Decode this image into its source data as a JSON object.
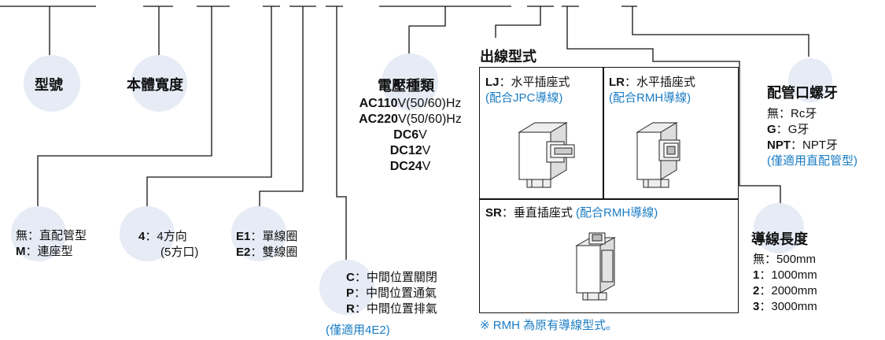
{
  "model": {
    "label": "型號"
  },
  "body_width": {
    "label": "本體寬度"
  },
  "voltage": {
    "label": "電壓種類",
    "options": [
      {
        "code": "AC110",
        "value": "V(50/60)Hz"
      },
      {
        "code": "AC220",
        "value": "V(50/60)Hz"
      },
      {
        "code": "DC6",
        "value": "V"
      },
      {
        "code": "DC12",
        "value": "V"
      },
      {
        "code": "DC24",
        "value": "V"
      }
    ]
  },
  "outlet": {
    "title": "出線型式",
    "lj": {
      "code": "LJ",
      "sep": "：",
      "name": "水平插座式",
      "note": "(配合JPC導線)"
    },
    "lr": {
      "code": "LR",
      "sep": "：",
      "name": "水平插座式",
      "note": "(配合RMH導線)"
    },
    "sr": {
      "code": "SR",
      "sep": "：",
      "name": "垂直插座式",
      "note": "(配合RMH導線)"
    },
    "footnote": "※ RMH 為原有導線型式。"
  },
  "thread": {
    "label": "配管口螺牙",
    "options": [
      {
        "code": "無",
        "sep": "：",
        "value": "Rc牙"
      },
      {
        "code": "G",
        "sep": "：",
        "value": "G牙"
      },
      {
        "code": "NPT",
        "sep": "：",
        "value": "NPT牙"
      }
    ],
    "note": "(僅適用直配管型)"
  },
  "wire_length": {
    "label": "導線長度",
    "options": [
      {
        "code": "無",
        "sep": "：",
        "value": "500mm"
      },
      {
        "code": "1",
        "sep": "：",
        "value": "1000mm"
      },
      {
        "code": "2",
        "sep": "：",
        "value": "2000mm"
      },
      {
        "code": "3",
        "sep": "：",
        "value": "3000mm"
      }
    ]
  },
  "mount": {
    "options": [
      {
        "code": "無",
        "sep": "：",
        "value": "直配管型"
      },
      {
        "code": "M",
        "sep": "：",
        "value": "連座型"
      }
    ]
  },
  "direction": {
    "code": "4",
    "sep": "：",
    "value": "4方向",
    "value2": "(5方口)"
  },
  "coil": {
    "options": [
      {
        "code": "E1",
        "sep": "：",
        "value": "單線圈"
      },
      {
        "code": "E2",
        "sep": "：",
        "value": "雙線圈"
      }
    ]
  },
  "center": {
    "options": [
      {
        "code": "C",
        "sep": "：",
        "value": "中間位置關閉"
      },
      {
        "code": "P",
        "sep": "：",
        "value": "中間位置通氣"
      },
      {
        "code": "R",
        "sep": "：",
        "value": "中間位置排氣"
      }
    ],
    "note": "(僅適用4E2)"
  },
  "colors": {
    "line": "#111111",
    "circle": "#e6ebf5",
    "note": "#1a7cc4"
  }
}
